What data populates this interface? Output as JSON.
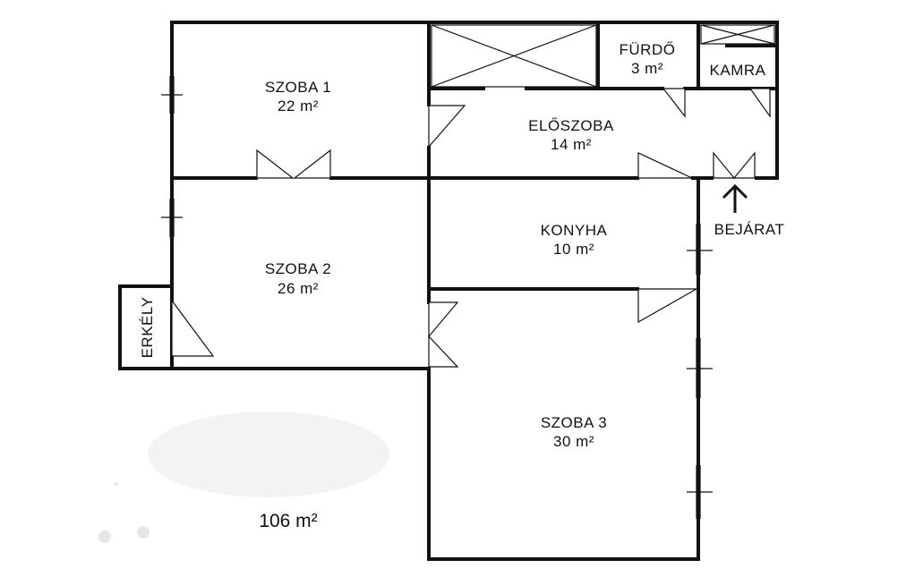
{
  "rooms": [
    {
      "id": "szoba1",
      "name": "SZOBA 1",
      "area": "22 m²"
    },
    {
      "id": "eloszoba",
      "name": "ELŐSZOBA",
      "area": "14 m²"
    },
    {
      "id": "furdo",
      "name": "FÜRDŐ",
      "area": "3 m²"
    },
    {
      "id": "kamra",
      "name": "KAMRA"
    },
    {
      "id": "szoba2",
      "name": "SZOBA 2",
      "area": "26 m²"
    },
    {
      "id": "konyha",
      "name": "KONYHA",
      "area": "10 m²"
    },
    {
      "id": "szoba3",
      "name": "SZOBA 3",
      "area": "30 m²"
    },
    {
      "id": "erkely",
      "name": "ERKÉLY"
    }
  ],
  "entrance_label": "BEJÁRAT",
  "total_area": "106 m²",
  "colors": {
    "wall": "#111111",
    "background": "#ffffff"
  }
}
